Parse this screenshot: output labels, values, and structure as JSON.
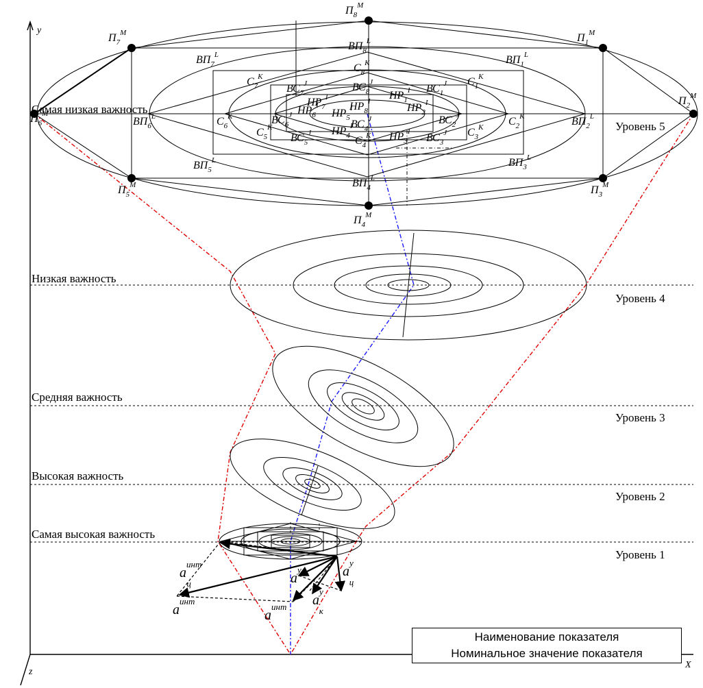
{
  "axes": {
    "y": "y",
    "x": "X",
    "z": "z"
  },
  "importance": [
    "Самая низкая важность",
    "Низкая важность",
    "Средняя важность",
    "Высокая важность",
    "Самая высокая важность"
  ],
  "levels": [
    "Уровень 5",
    "Уровень 4",
    "Уровень 3",
    "Уровень 2",
    "Уровень 1"
  ],
  "top_labels": {
    "P_M": [
      {
        "b": "П",
        "s": "7",
        "p": "M"
      },
      {
        "b": "П",
        "s": "8",
        "p": "M"
      },
      {
        "b": "П",
        "s": "1",
        "p": "M"
      },
      {
        "b": "П",
        "s": "2",
        "p": "M"
      },
      {
        "b": "П",
        "s": "3",
        "p": "M"
      },
      {
        "b": "П",
        "s": "4",
        "p": "M"
      },
      {
        "b": "П",
        "s": "5",
        "p": "M"
      },
      {
        "b": "П",
        "s": "6",
        "p": "M"
      }
    ],
    "VP_L": [
      {
        "b": "ВП",
        "s": "7",
        "p": "L"
      },
      {
        "b": "ВП",
        "s": "8",
        "p": "L"
      },
      {
        "b": "ВП",
        "s": "1",
        "p": "L"
      },
      {
        "b": "ВП",
        "s": "2",
        "p": "L"
      },
      {
        "b": "ВП",
        "s": "3",
        "p": "L"
      },
      {
        "b": "ВП",
        "s": "4",
        "p": "L"
      },
      {
        "b": "ВП",
        "s": "5",
        "p": "L"
      },
      {
        "b": "ВП",
        "s": "6",
        "p": "L"
      }
    ],
    "C_K": [
      {
        "b": "C",
        "s": "7",
        "p": "K"
      },
      {
        "b": "C",
        "s": "8",
        "p": "K"
      },
      {
        "b": "C",
        "s": "1",
        "p": "K"
      },
      {
        "b": "C",
        "s": "2",
        "p": "K"
      },
      {
        "b": "C",
        "s": "3",
        "p": "K"
      },
      {
        "b": "C",
        "s": "4",
        "p": "K"
      },
      {
        "b": "C",
        "s": "5",
        "p": "K"
      },
      {
        "b": "C",
        "s": "6",
        "p": "K"
      }
    ],
    "VS_J": [
      {
        "b": "ВС",
        "s": "7",
        "p": "J"
      },
      {
        "b": "ВС",
        "s": "8",
        "p": "J"
      },
      {
        "b": "ВС",
        "s": "1",
        "p": "J"
      },
      {
        "b": "ВС",
        "s": "2",
        "p": "J"
      },
      {
        "b": "ВС",
        "s": "3",
        "p": "J"
      },
      {
        "b": "ВС",
        "s": "4",
        "p": "J"
      },
      {
        "b": "ВС",
        "s": "5",
        "p": "J"
      },
      {
        "b": "ВС",
        "s": "6",
        "p": "J"
      }
    ],
    "NR_I": [
      {
        "b": "НР",
        "s": "7",
        "p": "I"
      },
      {
        "b": "НР",
        "s": "8",
        "p": "I"
      },
      {
        "b": "НР",
        "s": "1",
        "p": "I"
      },
      {
        "b": "НР",
        "s": "2",
        "p": "I"
      },
      {
        "b": "НР",
        "s": "3",
        "p": "I"
      },
      {
        "b": "НР",
        "s": "4",
        "p": "I"
      },
      {
        "b": "НР",
        "s": "5",
        "p": "I"
      },
      {
        "b": "НР",
        "s": "6",
        "p": "I"
      }
    ]
  },
  "vectors": [
    {
      "b": "a",
      "p": "инт",
      "s": "ц"
    },
    {
      "b": "a",
      "p": "инт",
      "s": ""
    },
    {
      "b": "a",
      "p": "инт",
      "s": ""
    },
    {
      "b": "a",
      "p": "y",
      "s": "ц"
    },
    {
      "b": "a",
      "p": "y",
      "s": "к"
    },
    {
      "b": "a",
      "p": "y",
      "s": ""
    }
  ],
  "legend": {
    "line1": "Наименование показателя",
    "line2": "Номинальное значение показателя"
  },
  "colors": {
    "ink": "#000000",
    "red": "#e00000",
    "blue": "#1a1aff"
  }
}
